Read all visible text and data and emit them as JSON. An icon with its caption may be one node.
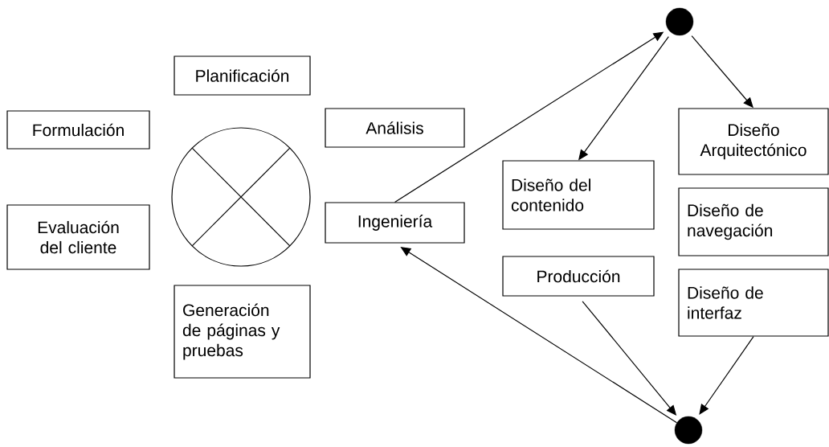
{
  "diagram": {
    "nodes": [
      {
        "text": [],
        "shape": "circle"
      },
      {
        "text": [
          "Planificación"
        ]
      },
      {
        "text": [
          "Formulación"
        ]
      },
      {
        "text": [
          "Análisis"
        ]
      },
      {
        "text": [
          "Diseño Arquitectónico"
        ]
      },
      {
        "text": [],
        "shape": "circle"
      },
      {
        "text": [
          "Diseño del contenido"
        ]
      },
      {
        "text": [
          "Evaluación del cliente"
        ]
      },
      {
        "text": [
          "Ingeniería"
        ]
      },
      {
        "text": [
          "Diseño de navegación"
        ]
      },
      {
        "text": [
          "Producción"
        ]
      },
      {
        "text": [
          "Diseño de interfaz"
        ]
      },
      {
        "text": [
          "Generación de páginas y pruebas"
        ]
      },
      {
        "text": [],
        "shape": "circle"
      }
    ],
    "edges": [
      {
        "from": 8,
        "to": 0,
        "arrow": "to"
      },
      {
        "from": 0,
        "to": 6,
        "arrow": "to"
      },
      {
        "from": 0,
        "to": 4,
        "arrow": "to"
      },
      {
        "from": 13,
        "to": 8,
        "arrow": "to"
      },
      {
        "from": 10,
        "to": 13,
        "arrow": "to"
      },
      {
        "from": 11,
        "to": 13,
        "arrow": "to"
      }
    ]
  }
}
